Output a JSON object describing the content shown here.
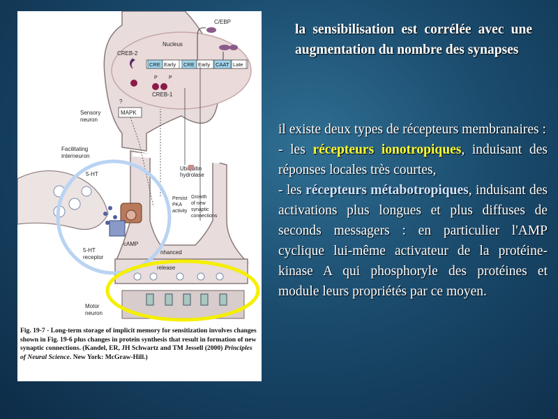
{
  "slide": {
    "title": "la sensibilisation est corrélée avec une augmentation du nombre des synapses",
    "body": {
      "intro": "il existe deux types de récepteurs membranaires :",
      "item1_prefix": "- les ",
      "item1_term": "récepteurs ionotropiques",
      "item1_suffix": ", induisant des réponses locales très courtes,",
      "item2_prefix": "- les ",
      "item2_term": "récepteurs métabotropiques",
      "item2_suffix": ", induisant des activations plus longues et plus diffuses de seconds messagers : en particulier l'AMP cyclique lui-même activateur de la protéine-kinase A qui phosphoryle des protéines et module leurs propriétés par ce moyen."
    },
    "colors": {
      "term_ionotropic": "#ffff33",
      "term_metabotropic": "#cfe4ff",
      "circle_blue": "#b9d3f2",
      "circle_yellow": "#f5ef00"
    }
  },
  "figure": {
    "labels": {
      "cebp": "C/EBP",
      "nucleus": "Nucleus",
      "creb2": "CREB-2",
      "creb1": "CREB-1",
      "p1": "P",
      "p2": "P",
      "q": "?",
      "mapk": "MAPK",
      "sensory": "Sensory",
      "neuron": "neuron",
      "facilitating": "Facilitating",
      "interneuron": "interneuron",
      "ht5": "5-HT",
      "ht5_receptor_1": "5-HT",
      "ht5_receptor_2": "receptor",
      "ubiquitin_1": "Ubiquitin",
      "ubiquitin_2": "hydrolase",
      "persistent_1": "Persist",
      "persistent_2": "PKA",
      "persistent_3": "activity",
      "growth_1": "Growth",
      "growth_2": "of new",
      "growth_3": "synaptic",
      "growth_4": "connections",
      "camp": "cAMP",
      "enhanced": "nhanced",
      "release": "release",
      "motor": "Motor",
      "motor_neuron": "neuron"
    },
    "dna_boxes": {
      "cre1": "CRE",
      "early1": "Early",
      "cre2": "CRE",
      "early2": "Early",
      "caat": "CAAT",
      "late": "Late"
    },
    "caption": {
      "part1": "Fig. 19-7 - Long-term storage of implicit memory for sensitization involves changes shown in Fig. 19-6 plus changes in protein synthesis that result in formation of new synaptic connections. (Kandel, ER, JH Schwartz and TM Jessell (2000) ",
      "book": "Principles of Neural Science",
      "part2": ". New York: McGraw-Hill.)"
    }
  }
}
